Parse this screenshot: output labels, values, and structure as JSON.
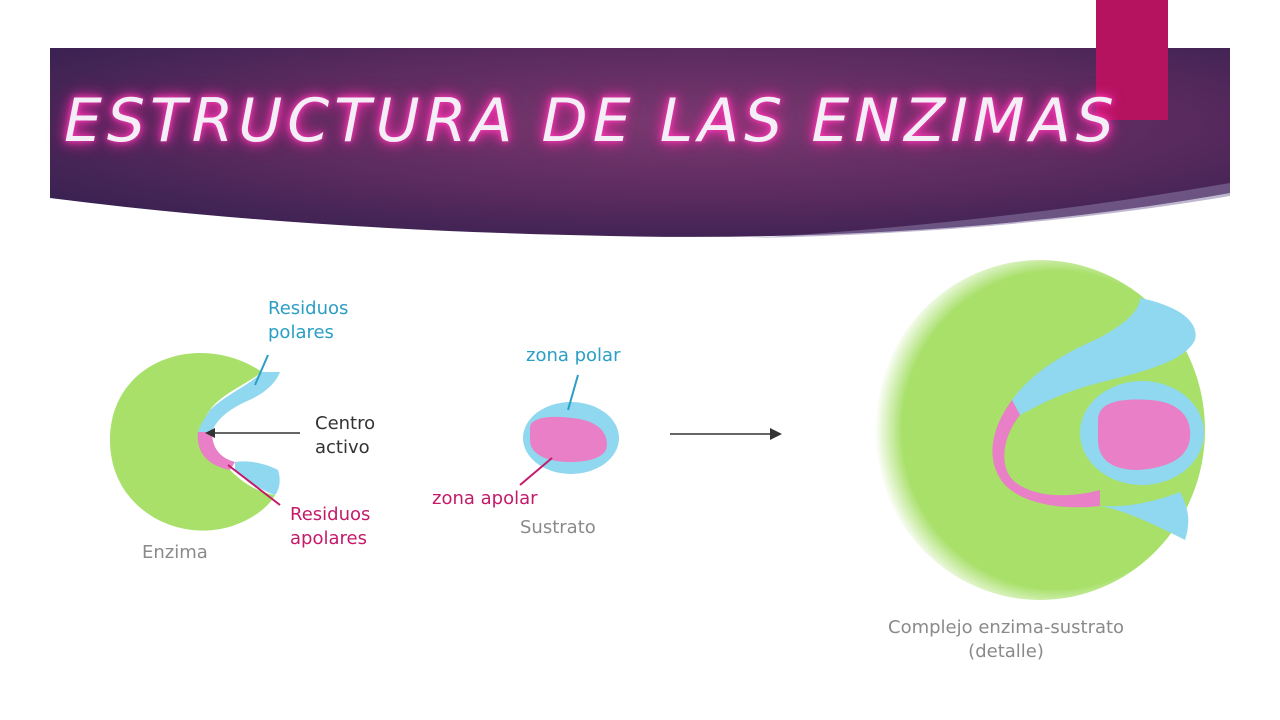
{
  "slide": {
    "title": "ESTRUCTURA DE LAS ENZIMAS"
  },
  "diagram": {
    "enzima": {
      "caption": "Enzima",
      "residuos_polares": [
        "Residuos",
        "polares"
      ],
      "centro_activo": [
        "Centro",
        "activo"
      ],
      "residuos_apolares": [
        "Residuos",
        "apolares"
      ]
    },
    "sustrato": {
      "caption": "Sustrato",
      "zona_polar": "zona polar",
      "zona_apolar": "zona apolar"
    },
    "complejo": {
      "caption": [
        "Complejo enzima-sustrato",
        "(detalle)"
      ]
    }
  },
  "colors": {
    "header_dark": "#2e1f4f",
    "header_mid": "#6e2f66",
    "accent": "#b5135f",
    "enzyme_green": "#a8e06a",
    "polar_cyan": "#8fd8ef",
    "apolar_pink": "#e97fc6"
  }
}
